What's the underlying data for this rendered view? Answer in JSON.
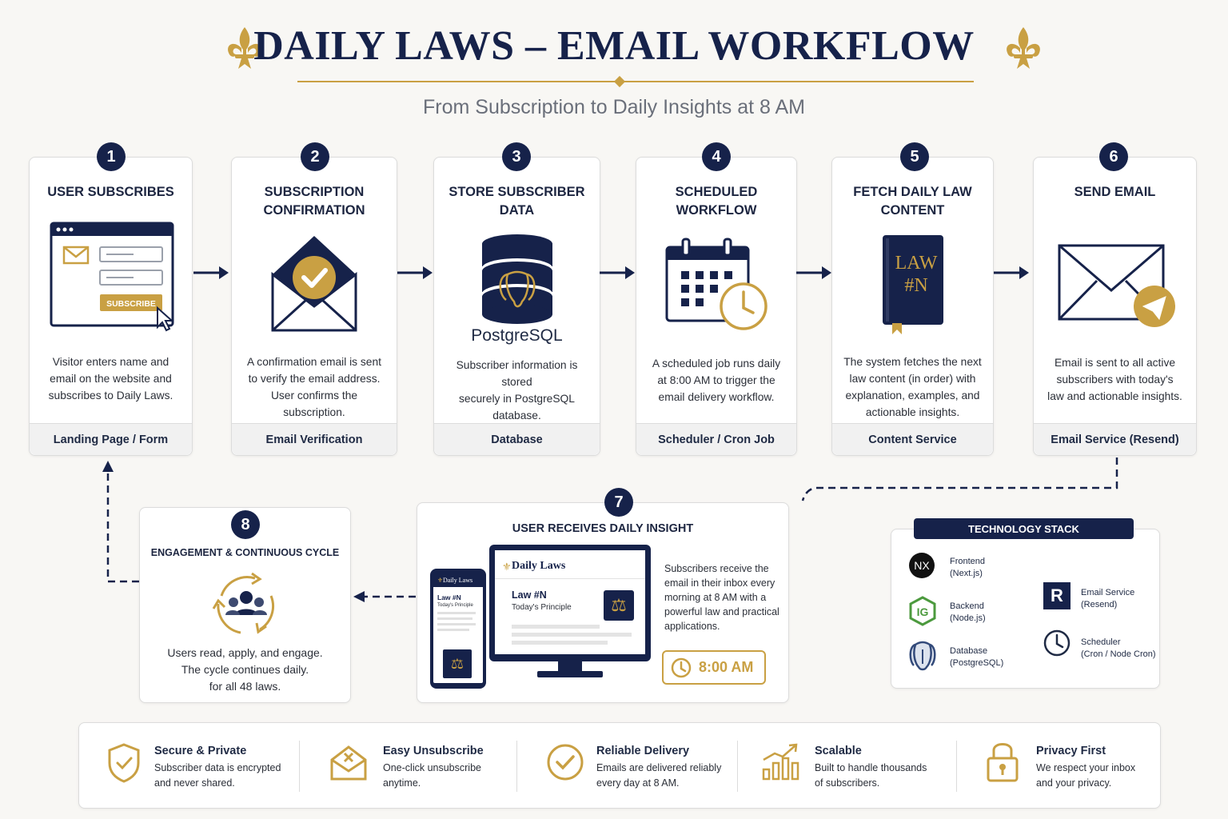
{
  "header": {
    "title": "DAILY LAWS – EMAIL WORKFLOW",
    "subtitle": "From Subscription to Daily Insights at 8 AM"
  },
  "colors": {
    "navy": "#16224a",
    "gold": "#c9a043",
    "card_bg": "#ffffff",
    "footer_bg": "#f1f1f1"
  },
  "steps": [
    {
      "number": "1",
      "title": "USER SUBSCRIBES",
      "description": "Visitor enters name and\nemail on the website and\nsubscribes to Daily Laws.",
      "footer": "Landing Page / Form",
      "button_label": "SUBSCRIBE",
      "icon": "subscribe-form-icon"
    },
    {
      "number": "2",
      "title": "SUBSCRIPTION\nCONFIRMATION",
      "description": "A confirmation email is sent\nto verify the email address.\nUser confirms the subscription.",
      "footer": "Email Verification",
      "icon": "envelope-check-icon"
    },
    {
      "number": "3",
      "title": "STORE SUBSCRIBER\nDATA",
      "description": "Subscriber information is stored\nsecurely in PostgreSQL\ndatabase.",
      "footer": "Database",
      "db_label": "PostgreSQL",
      "icon": "database-icon"
    },
    {
      "number": "4",
      "title": "SCHEDULED\nWORKFLOW",
      "description": "A scheduled job runs daily\nat 8:00 AM to trigger the\nemail delivery workflow.",
      "footer": "Scheduler / Cron Job",
      "icon": "calendar-clock-icon"
    },
    {
      "number": "5",
      "title": "FETCH DAILY LAW\nCONTENT",
      "description": "The system fetches the next\nlaw content (in order) with\nexplanation, examples, and\nactionable insights.",
      "footer": "Content Service",
      "book_line1": "LAW",
      "book_line2": "#N",
      "icon": "book-icon"
    },
    {
      "number": "6",
      "title": "SEND EMAIL",
      "description": "Email is sent to all active\nsubscribers with today's\nlaw and actionable insights.",
      "footer": "Email Service (Resend)",
      "icon": "envelope-send-icon"
    }
  ],
  "step7": {
    "number": "7",
    "title": "USER RECEIVES DAILY INSIGHT",
    "brand": "Daily Laws",
    "law_label": "Law #N",
    "law_subtitle": "Today's Principle",
    "description": "Subscribers receive the\nemail in their inbox every\nmorning at 8 AM with a\npowerful law and practical\napplications.",
    "time": "8:00 AM"
  },
  "step8": {
    "number": "8",
    "title": "ENGAGEMENT & CONTINUOUS CYCLE",
    "description": "Users read, apply, and engage.\nThe cycle continues daily.\nfor all 48 laws."
  },
  "tech_stack": {
    "title": "TECHNOLOGY STACK",
    "items": [
      {
        "label": "Frontend\n(Next.js)",
        "icon": "nextjs-icon",
        "glyph": "NX"
      },
      {
        "label": "Backend\n(Node.js)",
        "icon": "nodejs-icon",
        "glyph": "IG"
      },
      {
        "label": "Database\n(PostgreSQL)",
        "icon": "postgresql-icon"
      },
      {
        "label": "Email Service\n(Resend)",
        "icon": "resend-icon",
        "glyph": "R"
      },
      {
        "label": "Scheduler\n(Cron / Node Cron)",
        "icon": "clock-icon"
      }
    ]
  },
  "features": [
    {
      "title": "Secure & Private",
      "description": "Subscriber data is encrypted\nand never shared.",
      "icon": "shield-check-icon"
    },
    {
      "title": "Easy Unsubscribe",
      "description": "One-click unsubscribe\nanytime.",
      "icon": "envelope-x-icon"
    },
    {
      "title": "Reliable Delivery",
      "description": "Emails are delivered reliably\nevery day at 8 AM.",
      "icon": "check-circle-icon"
    },
    {
      "title": "Scalable",
      "description": "Built to handle thousands\nof subscribers.",
      "icon": "growth-chart-icon"
    },
    {
      "title": "Privacy First",
      "description": "We respect your inbox\nand your privacy.",
      "icon": "lock-icon"
    }
  ]
}
